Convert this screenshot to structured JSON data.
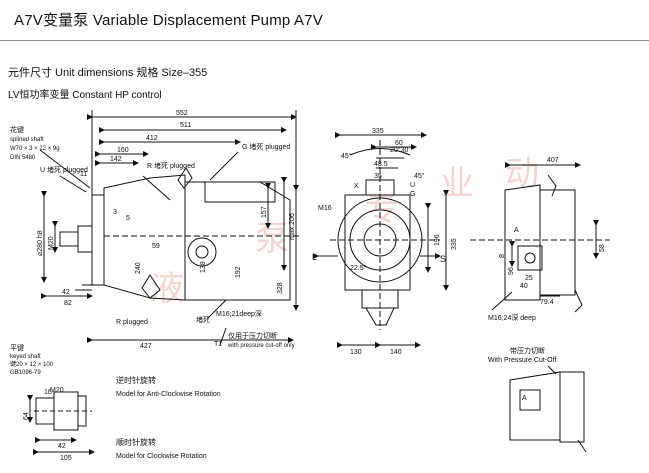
{
  "header": {
    "title": "A7V变量泵 Variable Displacement Pump A7V"
  },
  "subtitle": {
    "line1": "元件尺寸 Unit dimensions 规格 Size–355",
    "line2": "LV恒功率变量 Constant HP control"
  },
  "dims_top": [
    "552",
    "511",
    "412",
    "160",
    "142"
  ],
  "dims_side_left": [
    "⌀280 h8",
    "M20"
  ],
  "dims_bottom_left": [
    "42",
    "82",
    "427"
  ],
  "dims_mid": [
    "157",
    "328",
    "max.206",
    "138",
    "192",
    "240",
    "59",
    "3",
    "5"
  ],
  "front_view": {
    "dims": [
      "335",
      "60",
      "48.5",
      "35",
      "196",
      "335",
      "130",
      "140",
      "22.5°"
    ],
    "angles": [
      "45°",
      "20°30'",
      "45°"
    ]
  },
  "right_view": {
    "dims": [
      "407",
      "58",
      "8",
      "96",
      "25",
      "40",
      "79.4"
    ]
  },
  "labels": {
    "splined_shaft_cn": "花键",
    "splined_shaft_en": "splined shaft",
    "splined_spec": "W70 × 3 × 22 × 9g",
    "din": "DIN 5480",
    "u_plugged": "U 堵死\nplugged",
    "r_plugged_top": "R 堵死\nplugged",
    "g_plugged": "G 堵死\nplugged",
    "r_plugged_bottom": "R plugged",
    "plugged_cn": "堵死",
    "m16_21": "M16;21deep深",
    "t1": "T1",
    "only_cutoff_cn": "仅用于压力切断",
    "only_cutoff_en": "with\npressure cut-off only",
    "m16_24": "M16;24深\ndeep",
    "with_cutoff_cn": "带压力切断",
    "with_cutoff_en": "With Pressure Cut-Off",
    "keyed_cn": "平键",
    "keyed_en": "keyed shaft",
    "keyed_spec": "键20 × 12 × 100",
    "gb": "GB1096-79",
    "acw_cn": "逆时针旋转",
    "acw_en": "Model for Anti-Clockwise Rotation",
    "cw_cn": "顺时针旋转",
    "cw_en": "Model for Clockwise Rotation",
    "l_label": "L",
    "s_label": "S",
    "a_label": "A",
    "m20_key": "M20",
    "dim_64": "64",
    "dim_42_bottom": "42",
    "dim_105": "105",
    "dim_16": "16",
    "x_label": "X",
    "u_label": "U",
    "g_label": "G",
    "m16_label": "M16",
    "dim_11": "11"
  },
  "watermark": [
    "液",
    "泵",
    "专",
    "业",
    "动"
  ]
}
